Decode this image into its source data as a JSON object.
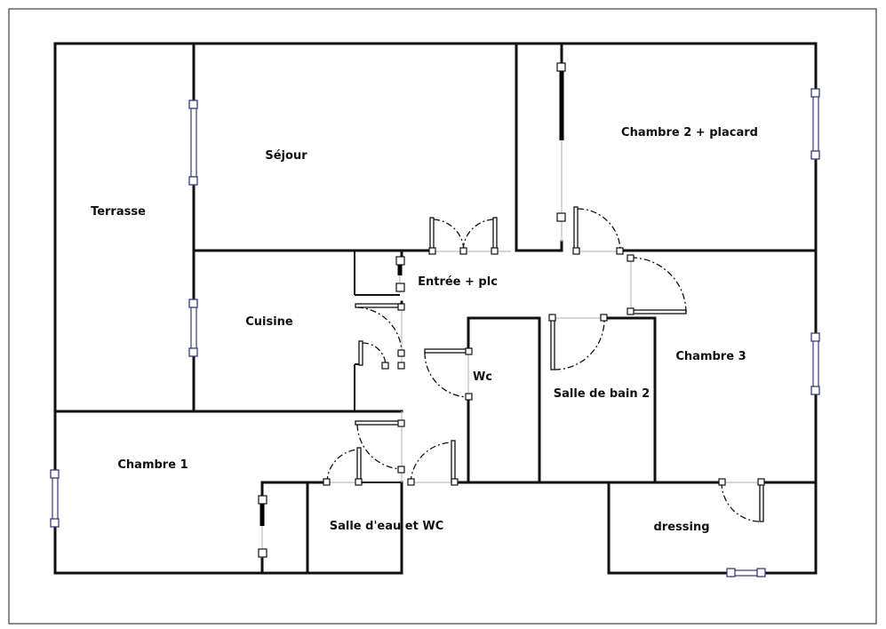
{
  "rooms": {
    "terrasse": "Terrasse",
    "sejour": "Séjour",
    "chambre2": "Chambre 2 + placard",
    "entree": "Entrée + plc",
    "cuisine": "Cuisine",
    "chambre3": "Chambre 3",
    "wc": "Wc",
    "sdb2": "Salle de bain 2",
    "chambre1": "Chambre 1",
    "salle_eau": "Salle d'eau et WC",
    "dressing": "dressing"
  },
  "colors": {
    "wall": "#111111",
    "window": "#3a3a7a",
    "background": "#ffffff"
  }
}
